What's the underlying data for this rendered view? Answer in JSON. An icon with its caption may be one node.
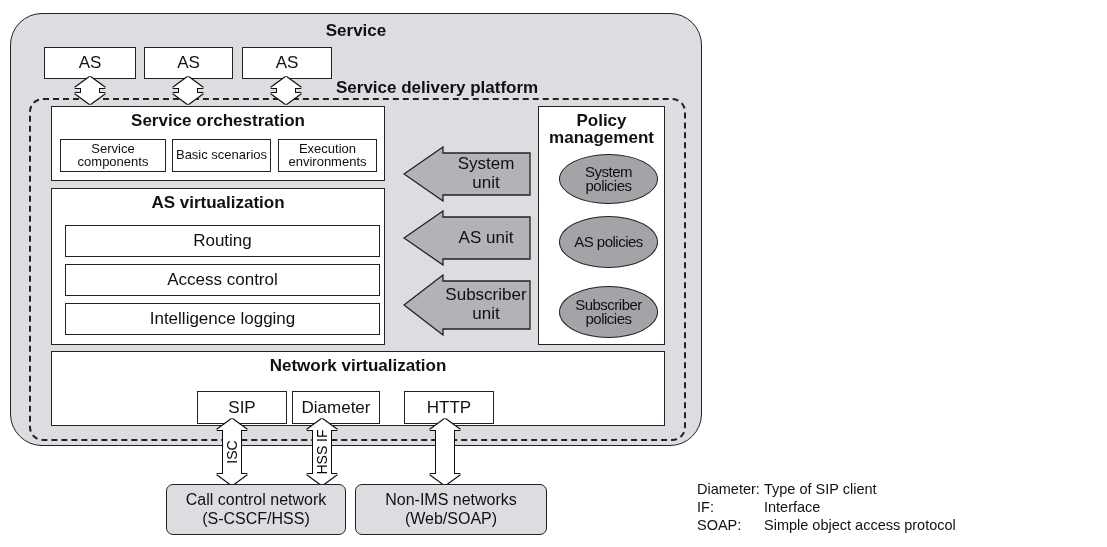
{
  "diagram": {
    "nodes": [
      {
        "text": [
          "Service"
        ]
      },
      {
        "text": [
          "AS"
        ],
        "in": 0
      },
      {
        "text": [
          "AS"
        ],
        "in": 0
      },
      {
        "text": [
          "AS"
        ],
        "in": 0
      },
      {
        "text": [
          "Service delivery platform"
        ],
        "in": 0
      },
      {
        "text": [
          "Service orchestration"
        ],
        "in": 4
      },
      {
        "text": [
          "Service components"
        ],
        "in": 5
      },
      {
        "text": [
          "Basic scenarios"
        ],
        "in": 5
      },
      {
        "text": [
          "Execution environments"
        ],
        "in": 5
      },
      {
        "text": [
          "AS virtualization"
        ],
        "in": 4
      },
      {
        "text": [
          "Routing"
        ],
        "in": 9
      },
      {
        "text": [
          "Access control"
        ],
        "in": 9
      },
      {
        "text": [
          "Intelligence logging"
        ],
        "in": 9
      },
      {
        "text": [
          "System unit"
        ],
        "in": 4
      },
      {
        "text": [
          "AS unit"
        ],
        "in": 4
      },
      {
        "text": [
          "Subscriber unit"
        ],
        "in": 4
      },
      {
        "text": [
          "Policy management"
        ],
        "in": 4
      },
      {
        "text": [
          "System policies"
        ],
        "in": 16
      },
      {
        "text": [
          "AS policies"
        ],
        "in": 16
      },
      {
        "text": [
          "Subscriber policies"
        ],
        "in": 16
      },
      {
        "text": [
          "Network virtualization"
        ],
        "in": 4
      },
      {
        "text": [
          "SIP"
        ],
        "in": 20
      },
      {
        "text": [
          "Diameter"
        ],
        "in": 20
      },
      {
        "text": [
          "HTTP"
        ],
        "in": 20
      },
      {
        "text": [
          "Call control network (S-CSCF/HSS)"
        ]
      },
      {
        "text": [
          "Non-IMS networks (Web/SOAP)"
        ]
      }
    ],
    "edges": [
      {
        "from": 1,
        "to": 5,
        "arrow": "both"
      },
      {
        "from": 2,
        "to": 5,
        "arrow": "both"
      },
      {
        "from": 3,
        "to": 5,
        "arrow": "both"
      },
      {
        "from": 21,
        "to": 24,
        "arrow": "both",
        "label": "ISC"
      },
      {
        "from": 22,
        "to": 24,
        "arrow": "both",
        "label": "HSS IF"
      },
      {
        "from": 23,
        "to": 25,
        "arrow": "both"
      }
    ],
    "labels": [
      "Diameter:",
      "Type of SIP client",
      "IF:",
      "Interface",
      "SOAP:",
      "Simple object access protocol"
    ]
  }
}
